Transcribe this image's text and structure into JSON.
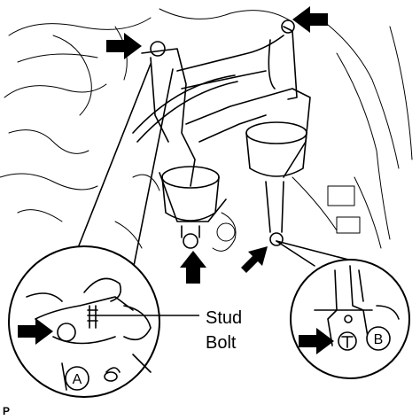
{
  "callouts": {
    "stud_bolt_line1": "Stud",
    "stud_bolt_line2": "Bolt",
    "detail_a": "A",
    "detail_b": "B",
    "corner_code": "P"
  },
  "icons": {
    "arrow": "filled-arrow-icon",
    "circled_letter": "circle-letter-icon"
  },
  "colors": {
    "ink": "#000000",
    "paper": "#ffffff"
  }
}
